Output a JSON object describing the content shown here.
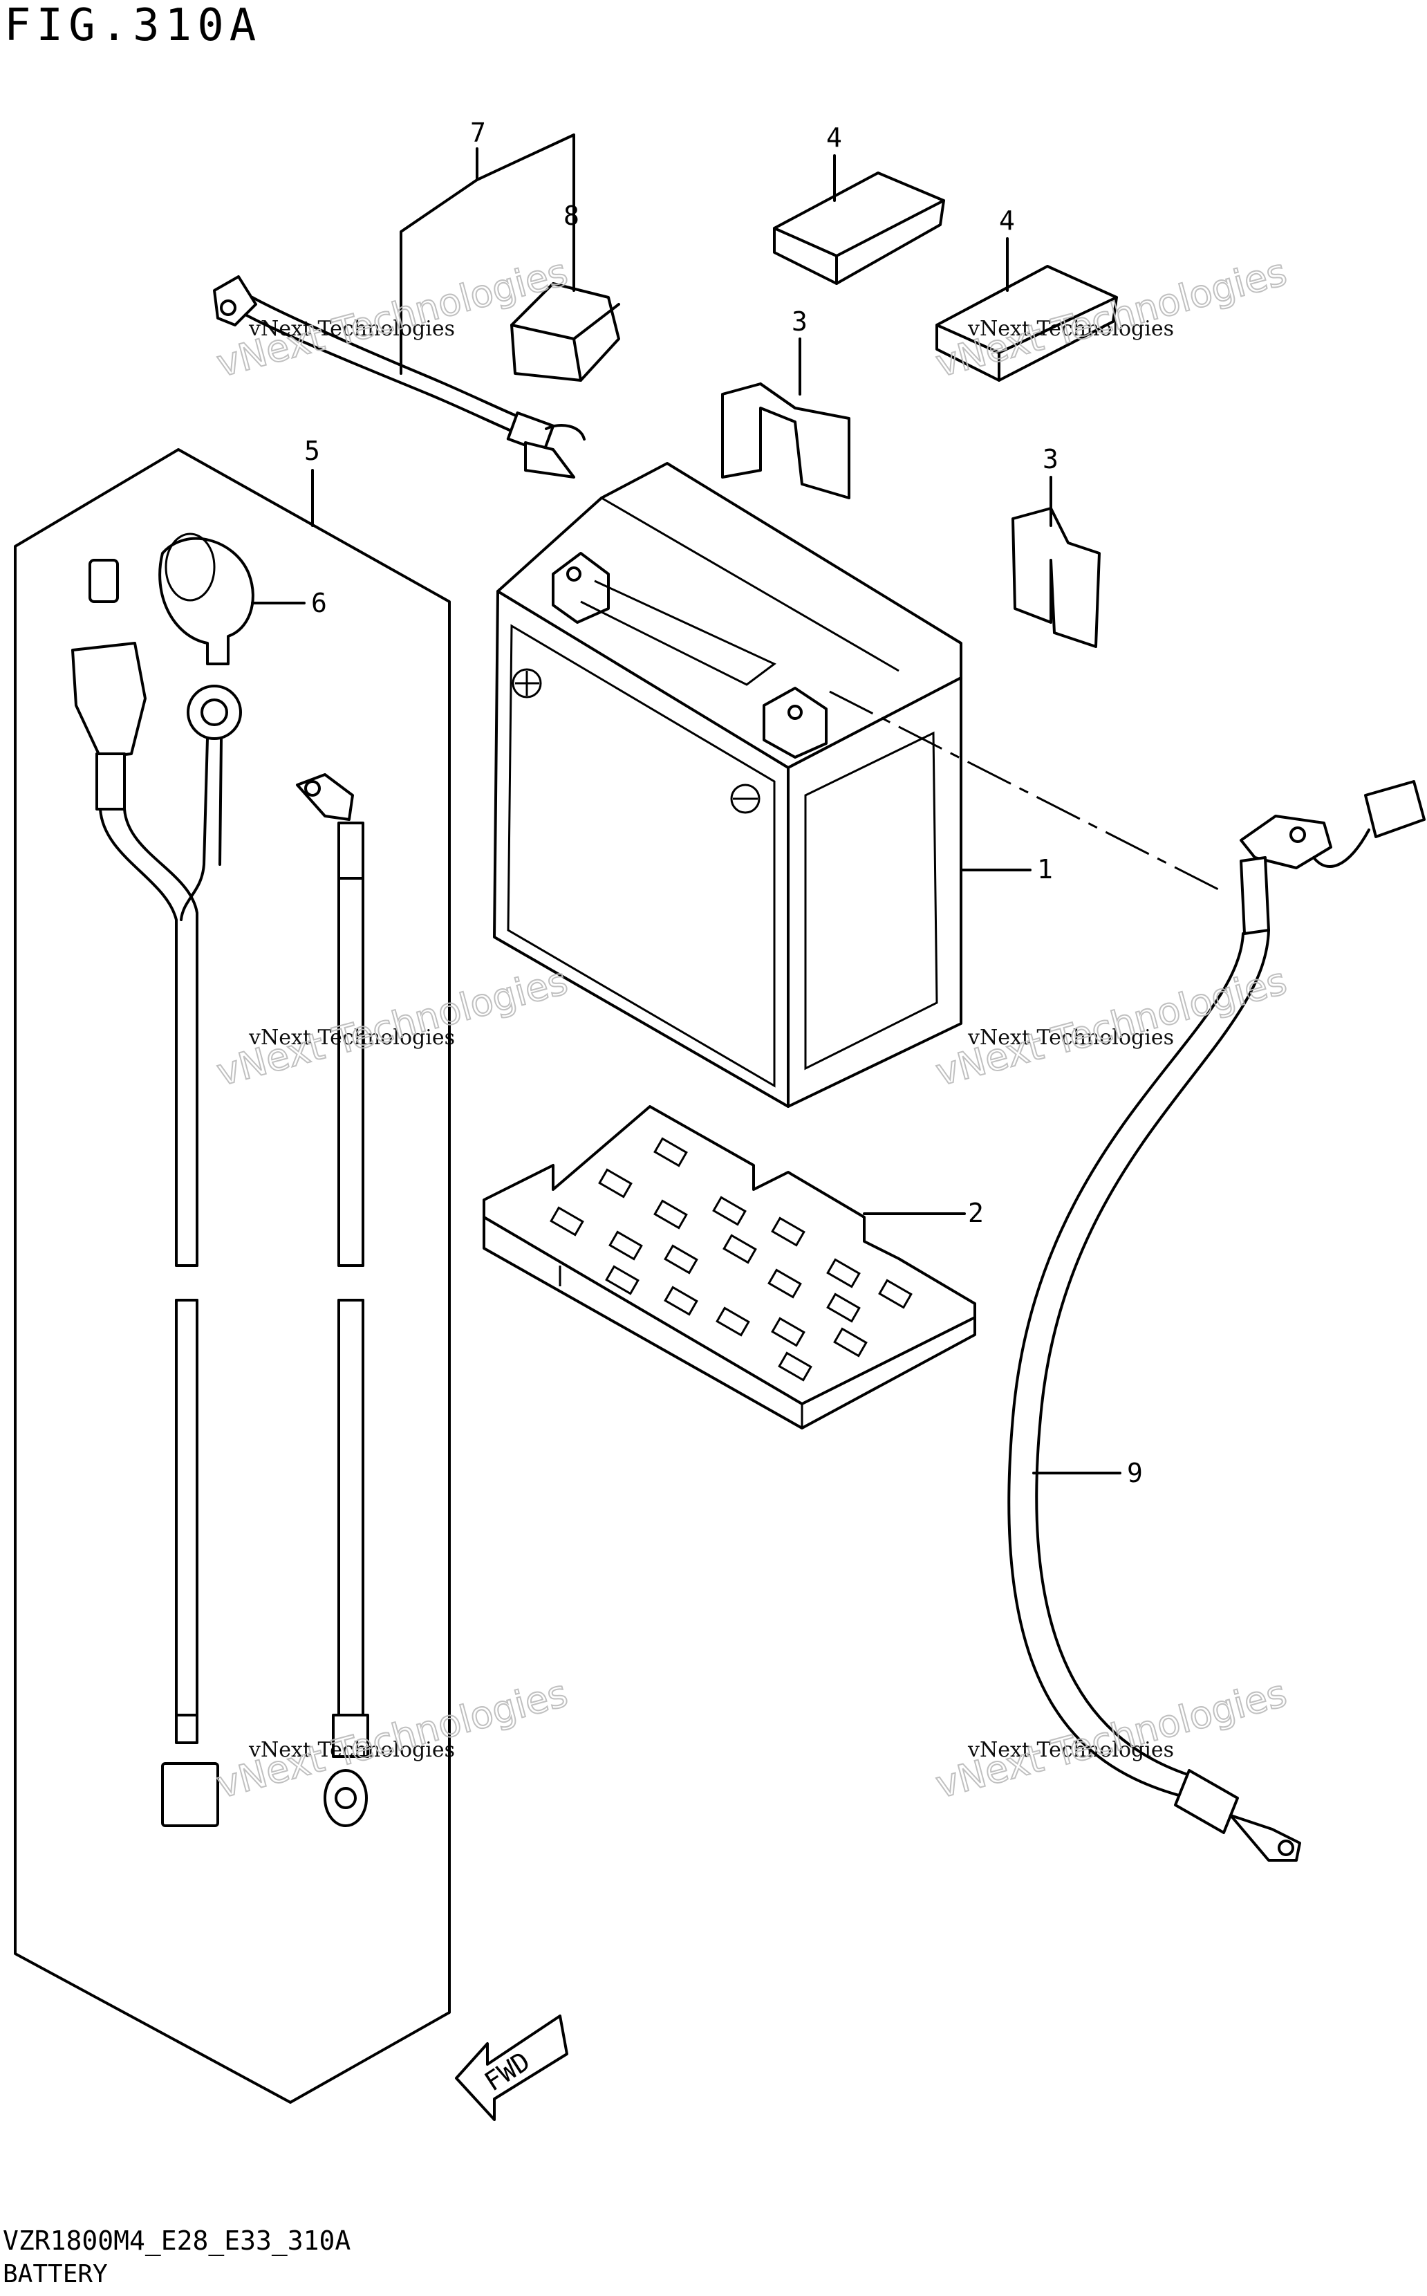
{
  "figure": {
    "title": "FIG.310A",
    "model_code": "VZR1800M4_E28_E33_310A",
    "section_name": "BATTERY",
    "direction_label": "FWD"
  },
  "watermark": {
    "line1": "vNext Technologies",
    "line2": "vNext Technologies"
  },
  "parts": [
    {
      "ref": "1",
      "component": "battery"
    },
    {
      "ref": "2",
      "component": "battery-tray"
    },
    {
      "ref": "3",
      "component": "cushion"
    },
    {
      "ref": "3",
      "component": "cushion"
    },
    {
      "ref": "4",
      "component": "spacer"
    },
    {
      "ref": "4",
      "component": "spacer"
    },
    {
      "ref": "5",
      "component": "wiring-harness"
    },
    {
      "ref": "6",
      "component": "terminal-cap"
    },
    {
      "ref": "7",
      "component": "positive-lead"
    },
    {
      "ref": "8",
      "component": "terminal-cover"
    },
    {
      "ref": "9",
      "component": "negative-lead"
    }
  ]
}
